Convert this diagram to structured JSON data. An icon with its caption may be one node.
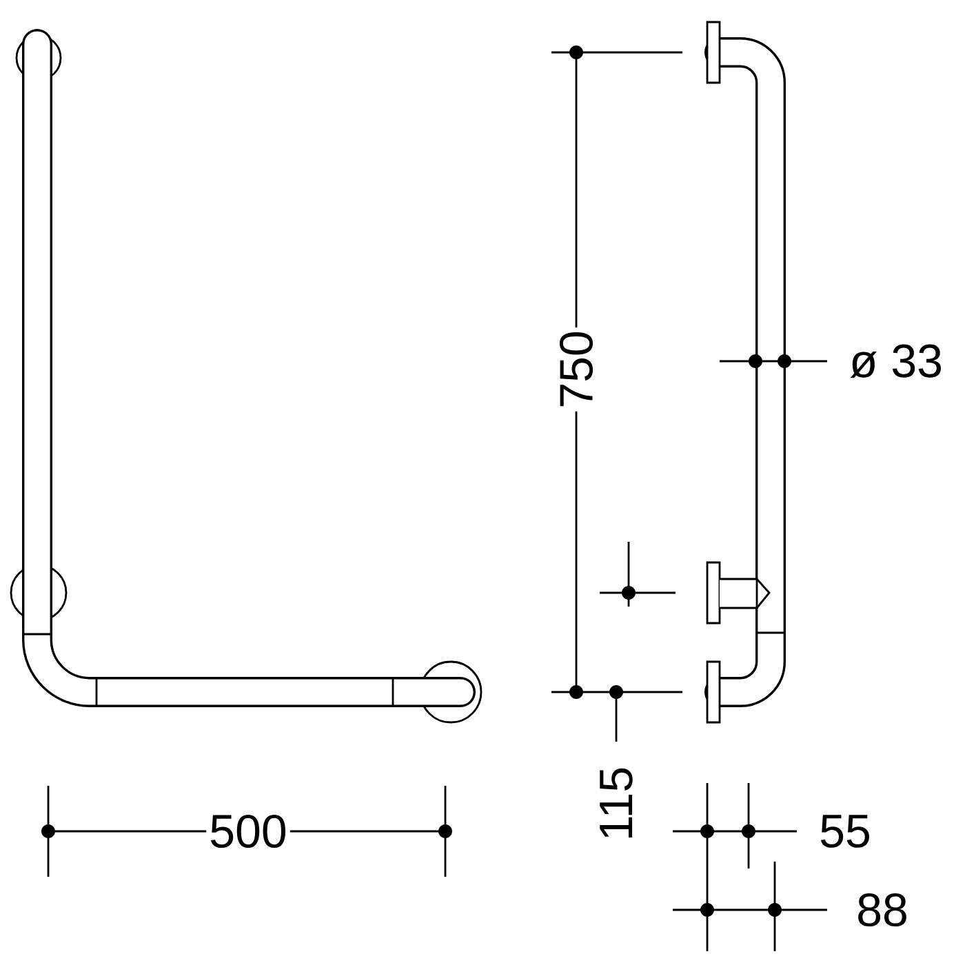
{
  "diagram": {
    "labels": [
      "750",
      "ø 33",
      "115",
      "500",
      "55",
      "88"
    ]
  }
}
